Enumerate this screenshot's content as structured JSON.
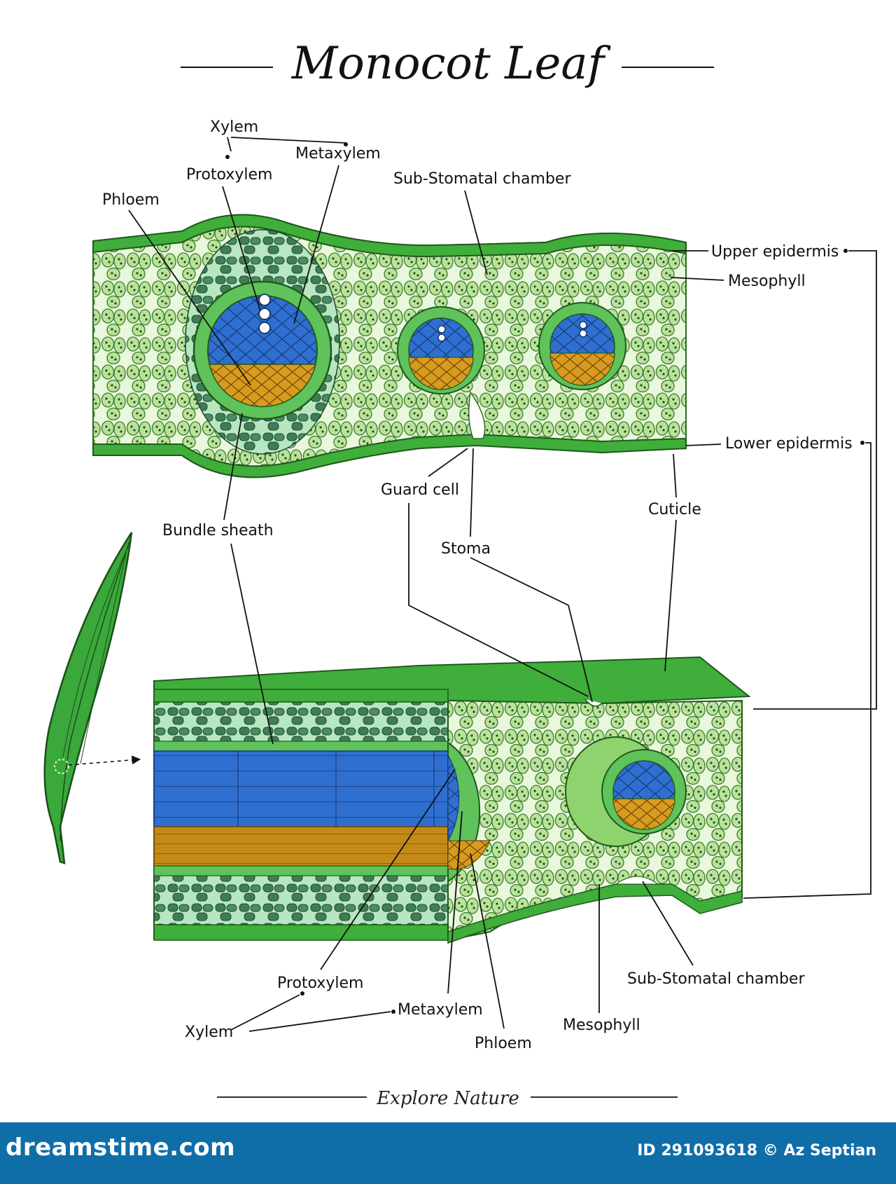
{
  "title": "Monocot Leaf",
  "subtitle": "Explore Nature",
  "footer": {
    "logo": "dreamstime.com",
    "credit": "ID 291093618 © Az Septian"
  },
  "labels": {
    "xylem_top": "Xylem",
    "metaxylem_top": "Metaxylem",
    "protoxylem_top": "Protoxylem",
    "phloem_top": "Phloem",
    "sub_stomatal_top": "Sub-Stomatal chamber",
    "upper_epidermis": "Upper epidermis",
    "mesophyll_top": "Mesophyll",
    "lower_epidermis": "Lower epidermis",
    "guard_cell": "Guard cell",
    "cuticle": "Cuticle",
    "bundle_sheath": "Bundle sheath",
    "stoma": "Stoma",
    "protoxylem_bottom": "Protoxylem",
    "xylem_bottom": "Xylem",
    "metaxylem_bottom": "Metaxylem",
    "phloem_bottom": "Phloem",
    "mesophyll_bottom": "Mesophyll",
    "sub_stomatal_bottom": "Sub-Stomatal chamber"
  },
  "colors": {
    "epidermis": "#3fae3a",
    "mesophyll": "#b9e39a",
    "mesophyll_outline": "#3c7a2e",
    "sheath": "#5fc25a",
    "dark_parenchyma": "#3f7d57",
    "xylem": "#2f6fd0",
    "phloem": "#d99a1e",
    "leaf_blade": "#3aa83a"
  }
}
